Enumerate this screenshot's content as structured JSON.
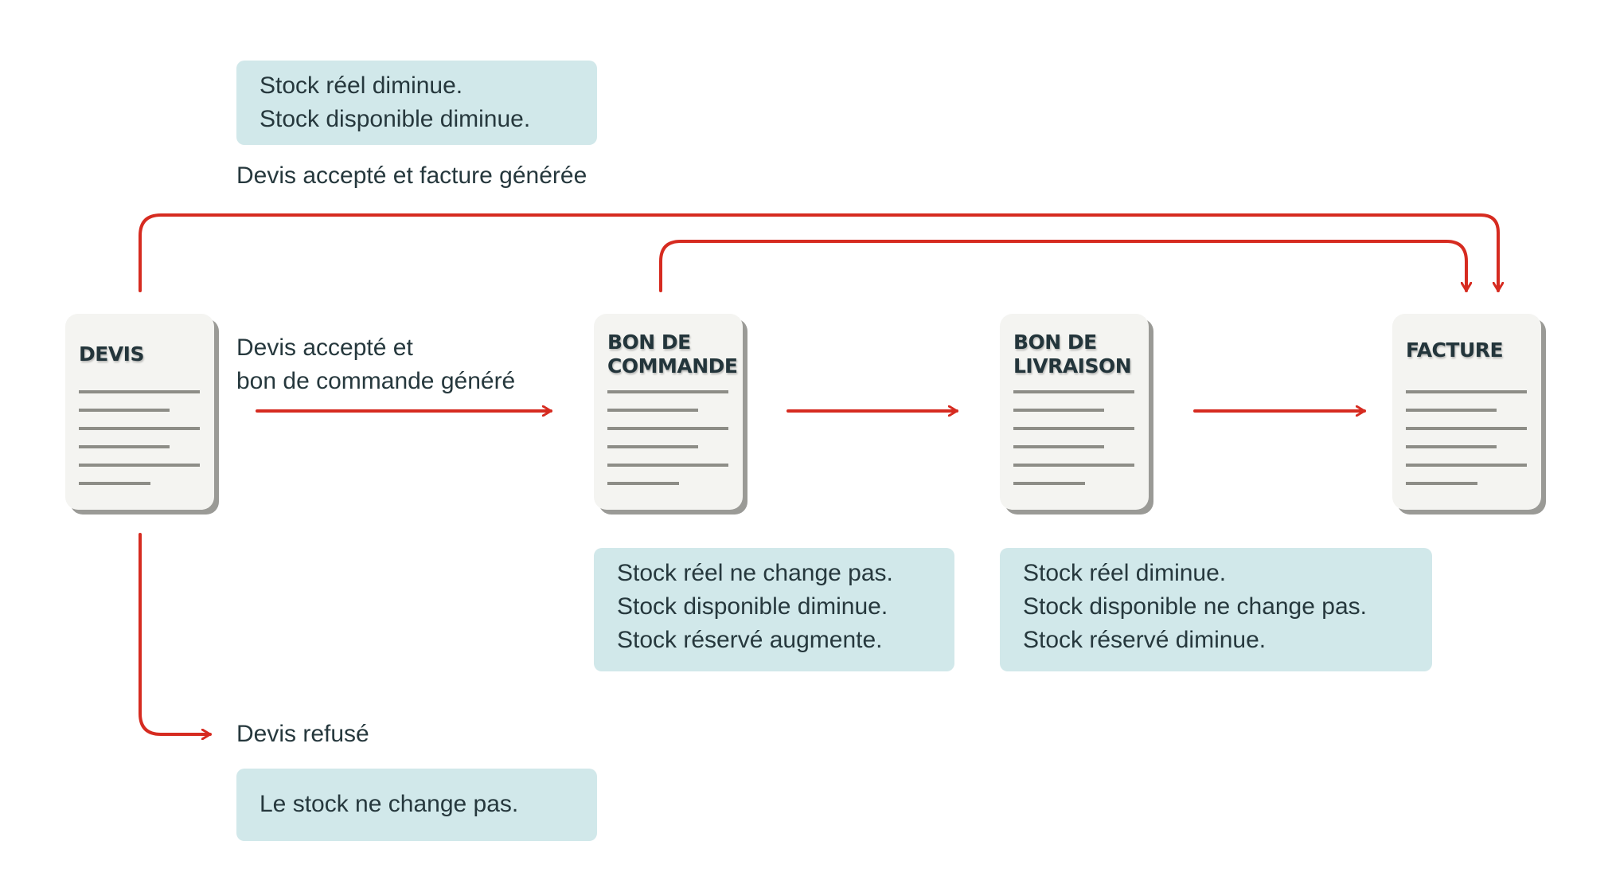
{
  "documents": {
    "devis": "DEVIS",
    "bon_commande": [
      "BON DE",
      "COMMANDE"
    ],
    "bon_livraison": [
      "BON DE",
      "LIVRAISON"
    ],
    "facture": "FACTURE"
  },
  "labels": {
    "facture_generee": "Devis accepté et facture générée",
    "commande_generee": [
      "Devis accepté et",
      "bon de commande généré"
    ],
    "devis_refuse": "Devis refusé"
  },
  "notes": {
    "facture": [
      "Stock réel diminue.",
      "Stock disponible diminue."
    ],
    "commande": [
      "Stock réel ne change pas.",
      "Stock disponible diminue.",
      "Stock réservé augmente."
    ],
    "livraison": [
      "Stock réel diminue.",
      "Stock disponible ne change pas.",
      "Stock réservé diminue."
    ],
    "refuse": [
      "Le stock ne change pas."
    ]
  },
  "colors": {
    "arrow": "#d62b20",
    "note_bg": "#d1e8ea",
    "doc_bg": "#f4f4f1",
    "doc_shadow": "#9a9a96",
    "text": "#26383d"
  }
}
